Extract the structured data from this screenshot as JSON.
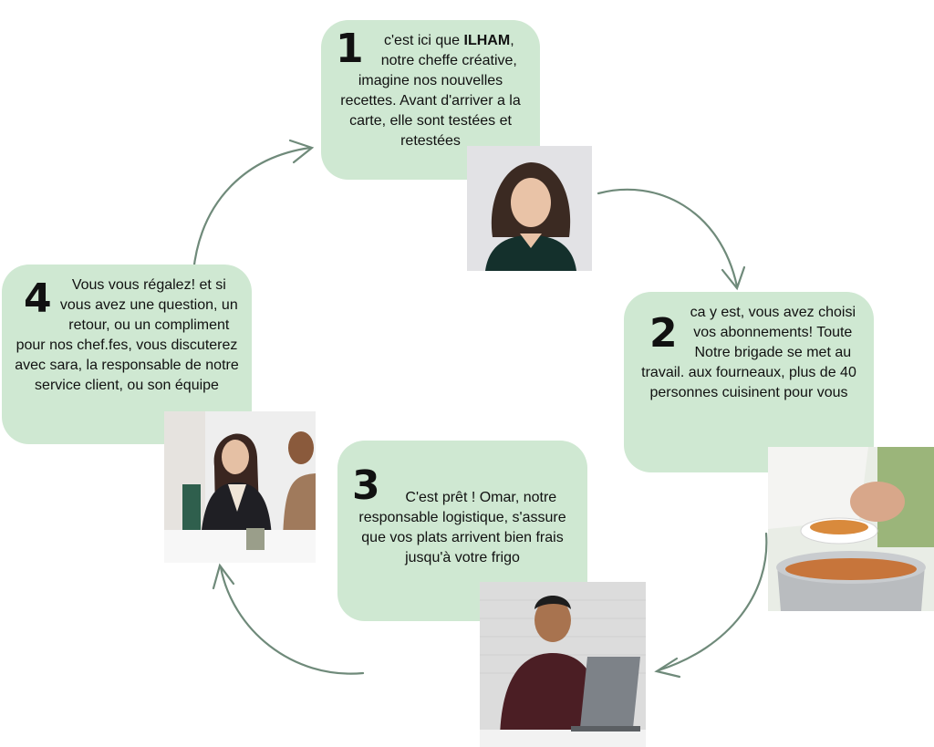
{
  "steps": [
    {
      "number": "1",
      "text_before": "c'est ici que ",
      "text_bold": "ILHAM",
      "text_after": ", notre cheffe créative, imagine nos nouvelles recettes. Avant d'arriver a la carte, elle sont testées et retestées"
    },
    {
      "number": "2",
      "text": "ca y est, vous avez choisi vos abonnements! Toute Notre brigade se met au travail. aux fourneaux, plus de 40 personnes cuisinent pour vous"
    },
    {
      "number": "3",
      "text": "C'est prêt ! Omar, notre responsable logistique, s'assure que vos plats arrivent bien frais jusqu'à votre frigo"
    },
    {
      "number": "4",
      "text": "Vous vous régalez! et si vous avez une question, un retour, ou un compliment pour nos chef.fes, vous discuterez avec sara, la responsable de notre service client, ou son équipe"
    }
  ],
  "colors": {
    "box": "#cfe8d2",
    "arrow": "#6f8a7a",
    "text": "#111111"
  },
  "photos": [
    "chef-portrait-photo",
    "cooking-pot-photo",
    "logistics-man-photo",
    "customer-service-photo"
  ]
}
